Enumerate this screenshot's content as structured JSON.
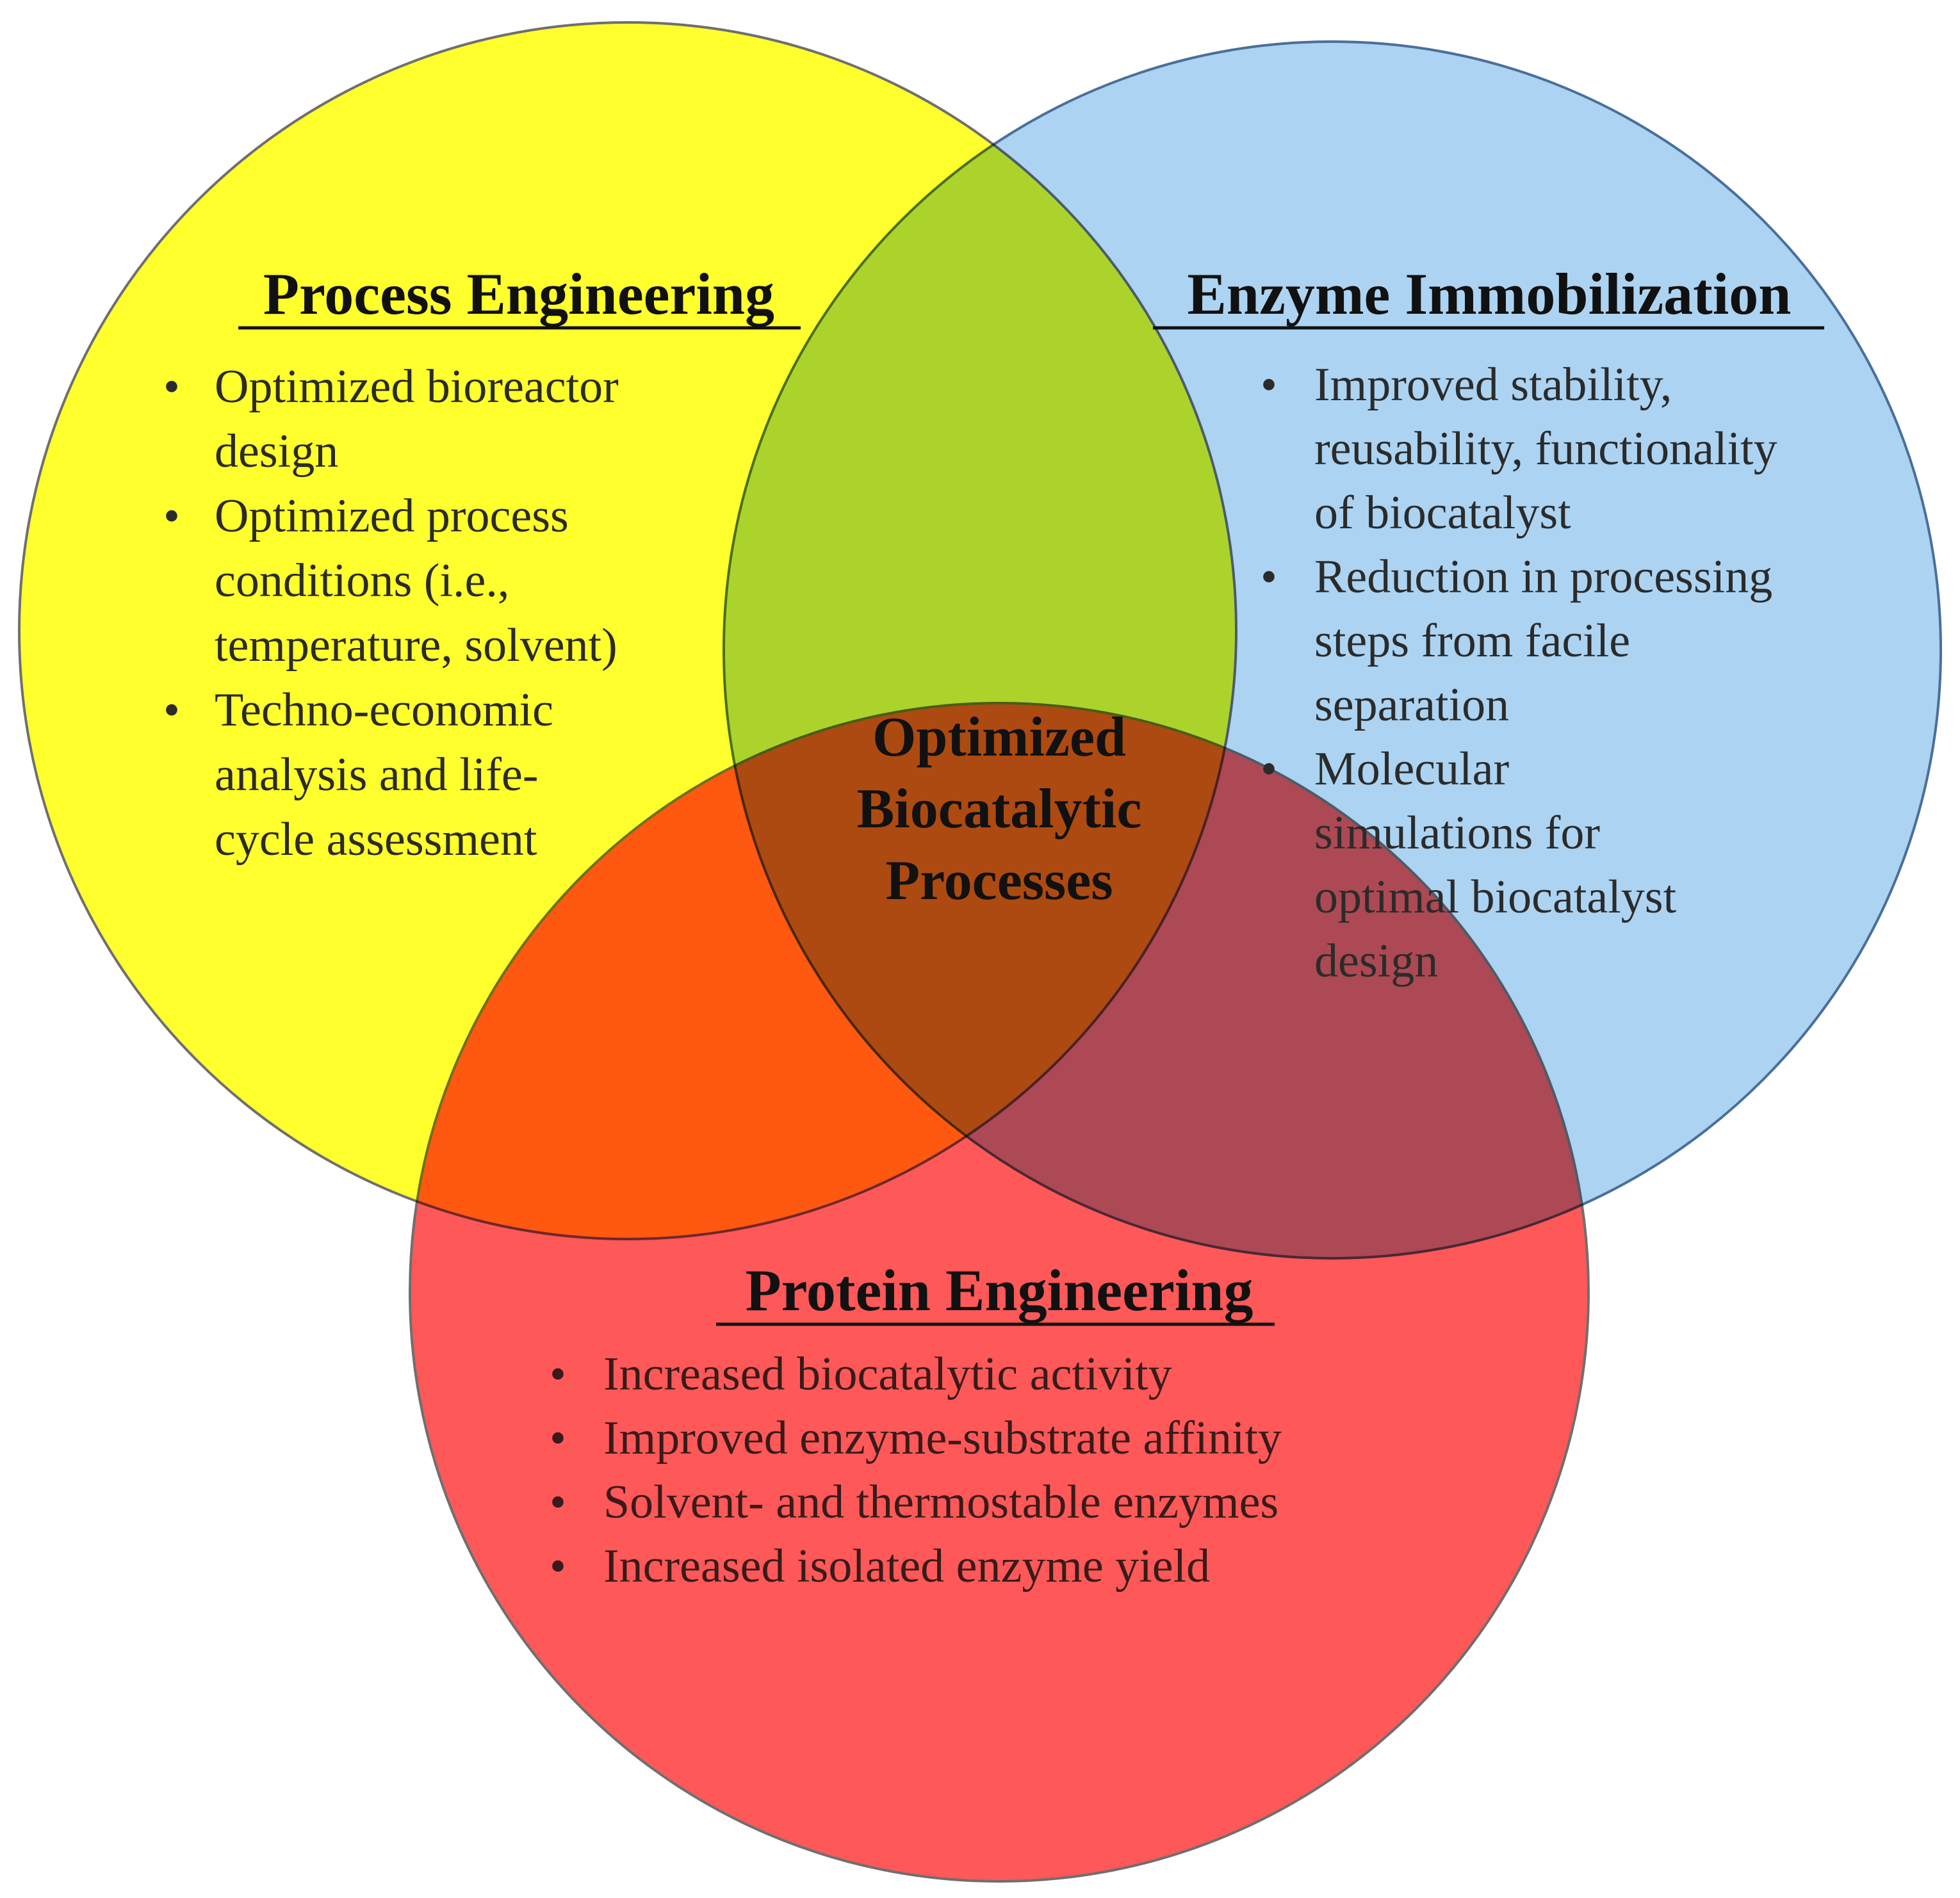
{
  "colors": {
    "process": "#ffff00",
    "immobilization": "#9ecbee",
    "protein": "#ff3b3b",
    "outline": "#6f6f6f"
  },
  "center": {
    "lines": [
      "Optimized",
      "Biocatalytic",
      "Processes"
    ]
  },
  "process_engineering": {
    "title": "Process Engineering",
    "lines": [
      "Optimized bioreactor",
      "design",
      "Optimized process",
      "conditions (i.e.,",
      "temperature, solvent)",
      "Techno-economic",
      "analysis and life-",
      "cycle assessment"
    ],
    "bullet": "•"
  },
  "enzyme_immobilization": {
    "title": "Enzyme Immobilization",
    "lines": [
      "Improved stability,",
      "reusability, functionality",
      "of biocatalyst",
      "Reduction in processing",
      "steps from facile",
      "separation",
      "Molecular",
      "simulations for",
      "optimal biocatalyst",
      "design"
    ],
    "bullet": "•"
  },
  "protein_engineering": {
    "title": "Protein Engineering",
    "lines": [
      "Increased biocatalytic activity",
      "Improved enzyme-substrate affinity",
      "Solvent- and thermostable enzymes",
      "Increased isolated enzyme yield"
    ],
    "bullet": "•"
  }
}
